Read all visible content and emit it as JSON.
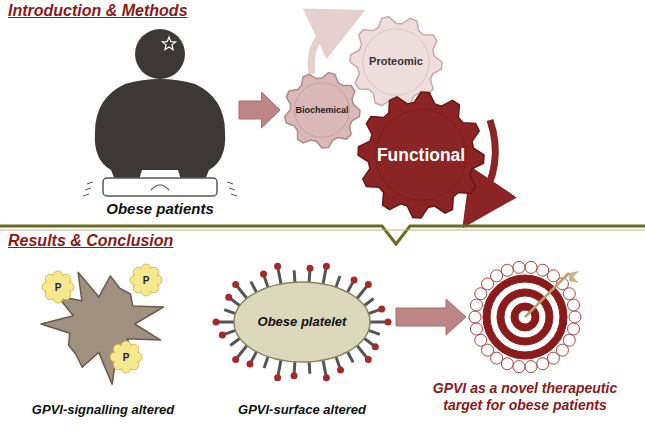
{
  "diagram": {
    "nodes": [
      {
        "text": [
          "Obese patients"
        ]
      },
      {
        "text": [
          "Proteomic"
        ]
      },
      {
        "text": [
          "Biochemical"
        ]
      },
      {
        "text": [
          "Functional"
        ]
      },
      {
        "text": [
          "GPVI-signalling altered"
        ]
      },
      {
        "text": [
          "Obese platelet",
          "GPVI-surface altered"
        ]
      },
      {
        "text": [
          "GPVI as a novel therapeutic target for obese patients"
        ]
      }
    ],
    "edges": [
      {
        "from": 0,
        "to": 2,
        "arrow": "to"
      },
      {
        "from": 5,
        "to": 6,
        "arrow": "to"
      }
    ],
    "labels": [
      "Introduction & Methods",
      "Results & Conclusion",
      "P",
      "P",
      "P"
    ]
  }
}
